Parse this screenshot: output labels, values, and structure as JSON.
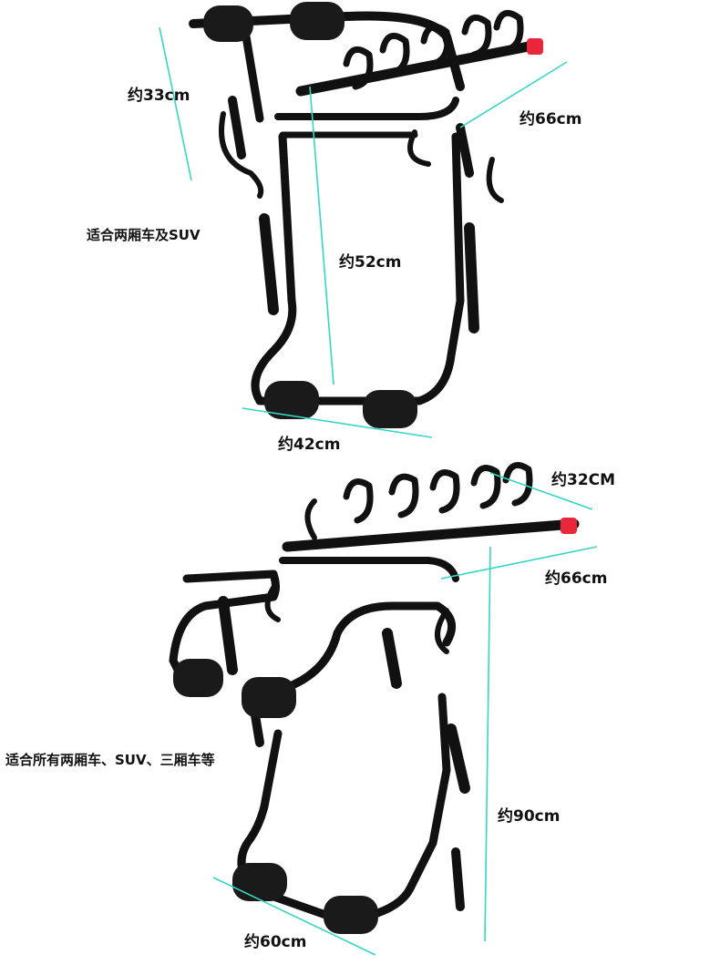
{
  "colors": {
    "frame": "#111111",
    "pad": "#1a1a1a",
    "dimension_line": "#35d6c4",
    "end_cap": "#e8283a",
    "background": "#ffffff",
    "text": "#111111"
  },
  "top_rack": {
    "fit_note": "适合两厢车及SUV",
    "dimensions": {
      "depth": "约33cm",
      "arm_length": "约66cm",
      "height": "约52cm",
      "base_width": "约42cm"
    }
  },
  "bottom_rack": {
    "fit_note": "适合所有两厢车、SUV、三厢车等",
    "dimensions": {
      "depth": "约32CM",
      "arm_length": "约66cm",
      "height": "约90cm",
      "base_width": "约60cm"
    }
  }
}
